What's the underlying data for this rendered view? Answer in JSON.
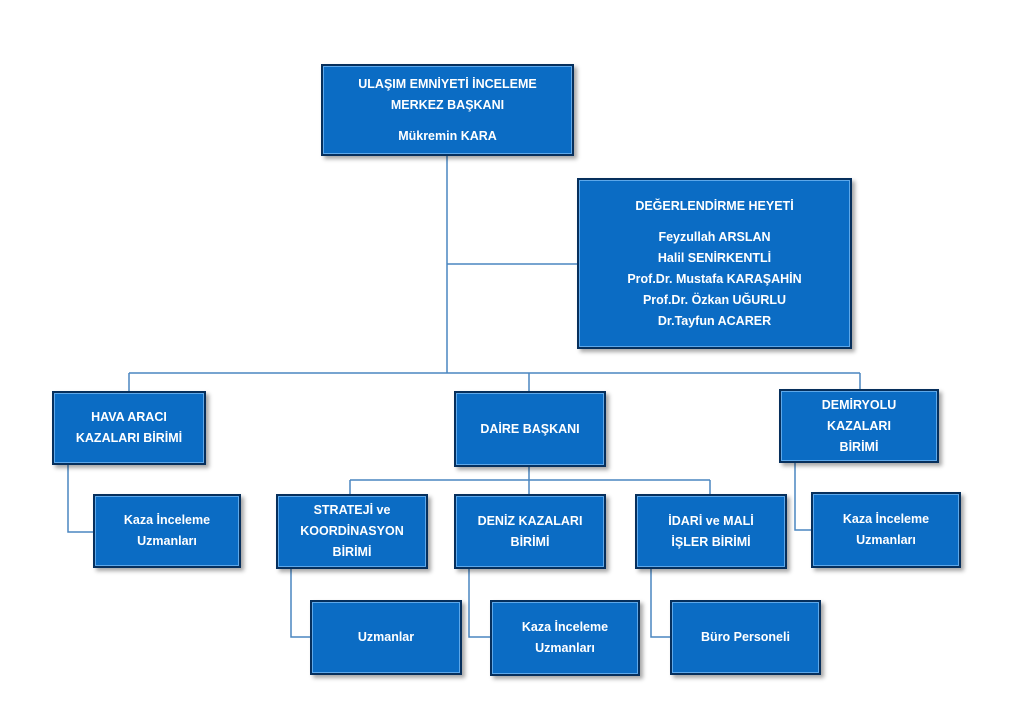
{
  "diagram": {
    "root": {
      "line1": "ULAŞIM EMNİYETİ İNCELEME",
      "line2": "MERKEZ BAŞKANI",
      "name": "Mükremin KARA"
    },
    "board": {
      "title": "DEĞERLENDİRME HEYETİ",
      "members": [
        "Feyzullah ARSLAN",
        "Halil SENİRKENTLİ",
        "Prof.Dr. Mustafa KARAŞAHİN",
        "Prof.Dr. Özkan UĞURLU",
        "Dr.Tayfun ACARER"
      ]
    },
    "air": {
      "line1": "HAVA ARACI",
      "line2": "KAZALARI BİRİMİ"
    },
    "head": {
      "label": "DAİRE BAŞKANI"
    },
    "rail": {
      "line1": "DEMİRYOLU",
      "line2": "KAZALARI",
      "line3": "BİRİMİ"
    },
    "strategy": {
      "line1": "STRATEJİ ve",
      "line2": "KOORDİNASYON",
      "line3": "BİRİMİ"
    },
    "marine": {
      "line1": "DENİZ KAZALARI",
      "line2": "BİRİMİ"
    },
    "admin": {
      "line1": "İDARİ  ve  MALİ",
      "line2": "İŞLER BİRİMİ"
    },
    "air_experts": {
      "line1": "Kaza İnceleme",
      "line2": "Uzmanları"
    },
    "rail_experts": {
      "line1": "Kaza İnceleme",
      "line2": "Uzmanları"
    },
    "strategy_experts": {
      "label": "Uzmanlar"
    },
    "marine_experts": {
      "line1": "Kaza İnceleme",
      "line2": "Uzmanları"
    },
    "office_staff": {
      "label": "Büro Personeli"
    },
    "connector_color": "#4a86c0",
    "box_color": "#0b6cc4",
    "box_border_color": "#062f5c"
  }
}
